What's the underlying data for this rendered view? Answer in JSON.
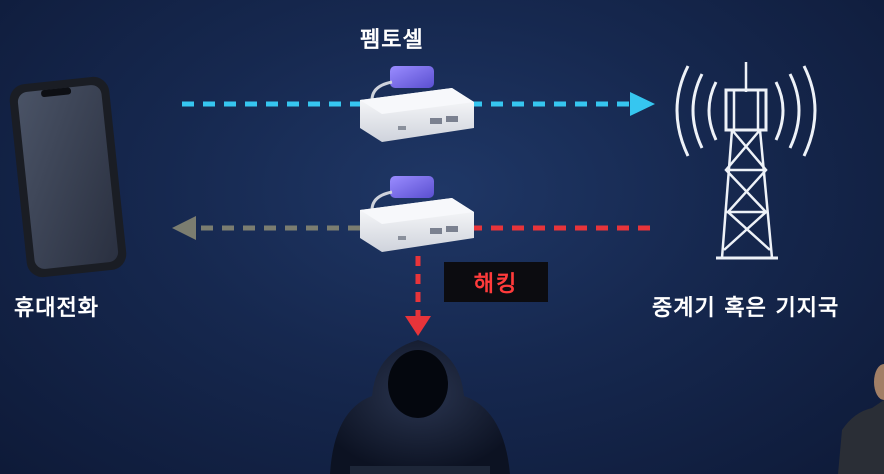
{
  "labels": {
    "femtocell": "펨토셀",
    "phone": "휴대전화",
    "tower": "중계기 혹은 기지국",
    "hacking": "해킹"
  },
  "colors": {
    "uplink": "#36c6f0",
    "downlink_hacked": "#e8343a",
    "downlink_gray": "#7b7d70",
    "badge_text": "#ff3b3b",
    "background": "#16284f"
  },
  "icons": [
    "smartphone-icon",
    "femtocell-device-icon",
    "cell-tower-icon",
    "hacker-icon"
  ]
}
